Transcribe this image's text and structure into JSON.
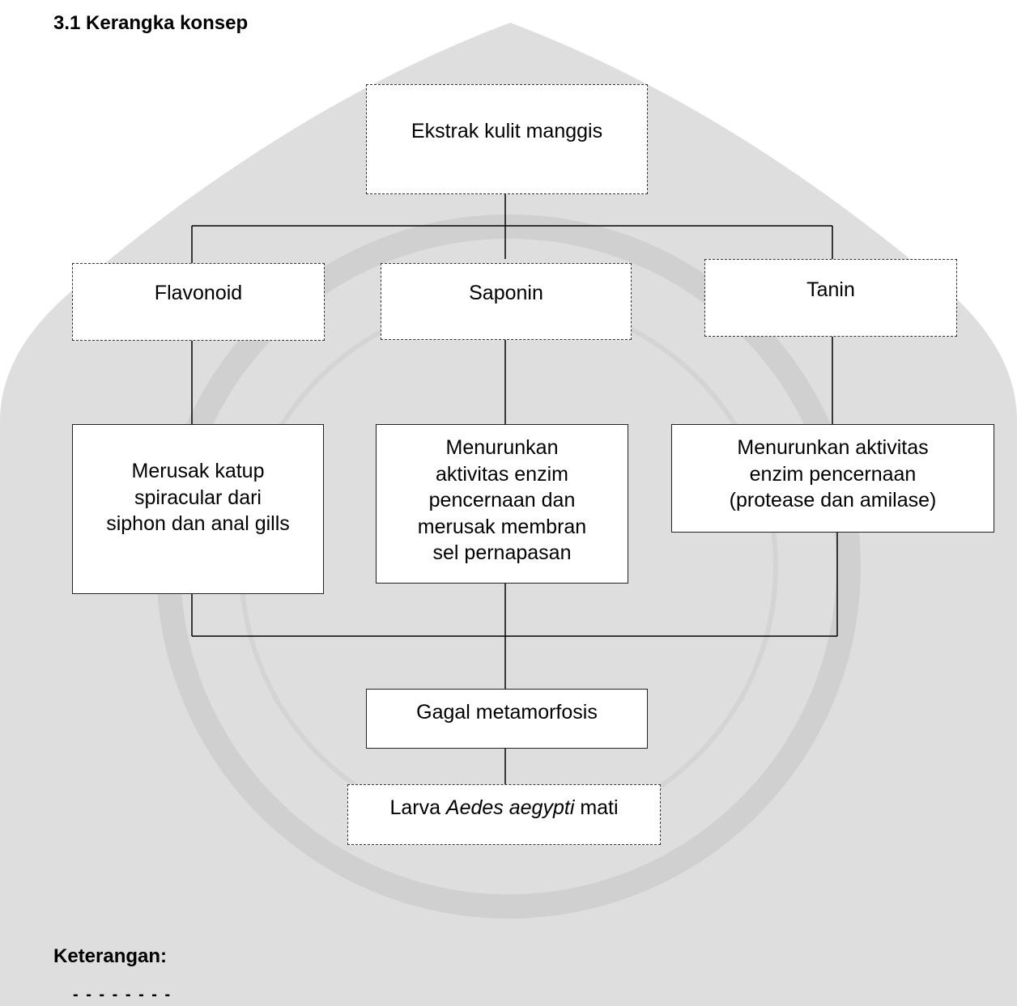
{
  "section_title": "3.1 Kerangka konsep",
  "nodes": {
    "root": "Ekstrak kulit manggis",
    "flavonoid": "Flavonoid",
    "saponin": "Saponin",
    "tanin": "Tanin",
    "effect_flavonoid": [
      "Merusak katup",
      "spiracular dari",
      "siphon dan anal gills"
    ],
    "effect_saponin": [
      "Menurunkan",
      "aktivitas enzim",
      "pencernaan dan",
      "merusak membran",
      "sel pernapasan"
    ],
    "effect_tanin": [
      "Menurunkan aktivitas",
      "enzim pencernaan",
      "(protease dan amilase)"
    ],
    "metamorphosis": "Gagal metamorfosis",
    "outcome": {
      "prefix": "Larva ",
      "species": "Aedes aegypti",
      "suffix": " mati"
    }
  },
  "legend": {
    "title": "Keterangan:",
    "dashed_sample": "- - - - - - - -"
  },
  "colors": {
    "line": "#000000",
    "watermark": "#dcdcdc"
  }
}
